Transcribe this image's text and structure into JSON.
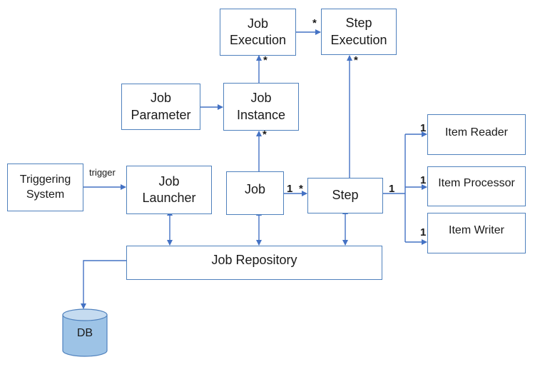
{
  "nodes": {
    "job_execution": [
      "Job",
      "Execution"
    ],
    "step_execution": [
      "Step",
      "Execution"
    ],
    "job_parameter": [
      "Job",
      "Parameter"
    ],
    "job_instance": [
      "Job",
      "Instance"
    ],
    "triggering_system": [
      "Triggering",
      "System"
    ],
    "job_launcher": [
      "Job",
      "Launcher"
    ],
    "job": "Job",
    "step": "Step",
    "item_reader": "Item Reader",
    "item_processor": "Item Processor",
    "item_writer": "Item Writer",
    "job_repository": "Job Repository",
    "db": "DB"
  },
  "edge_labels": {
    "trigger": "trigger",
    "many": "*",
    "one": "1"
  },
  "colors": {
    "border": "#4f81bd",
    "arrow": "#4472c4",
    "db_fill": "#9dc3e6",
    "db_top": "#c5dbf0"
  }
}
